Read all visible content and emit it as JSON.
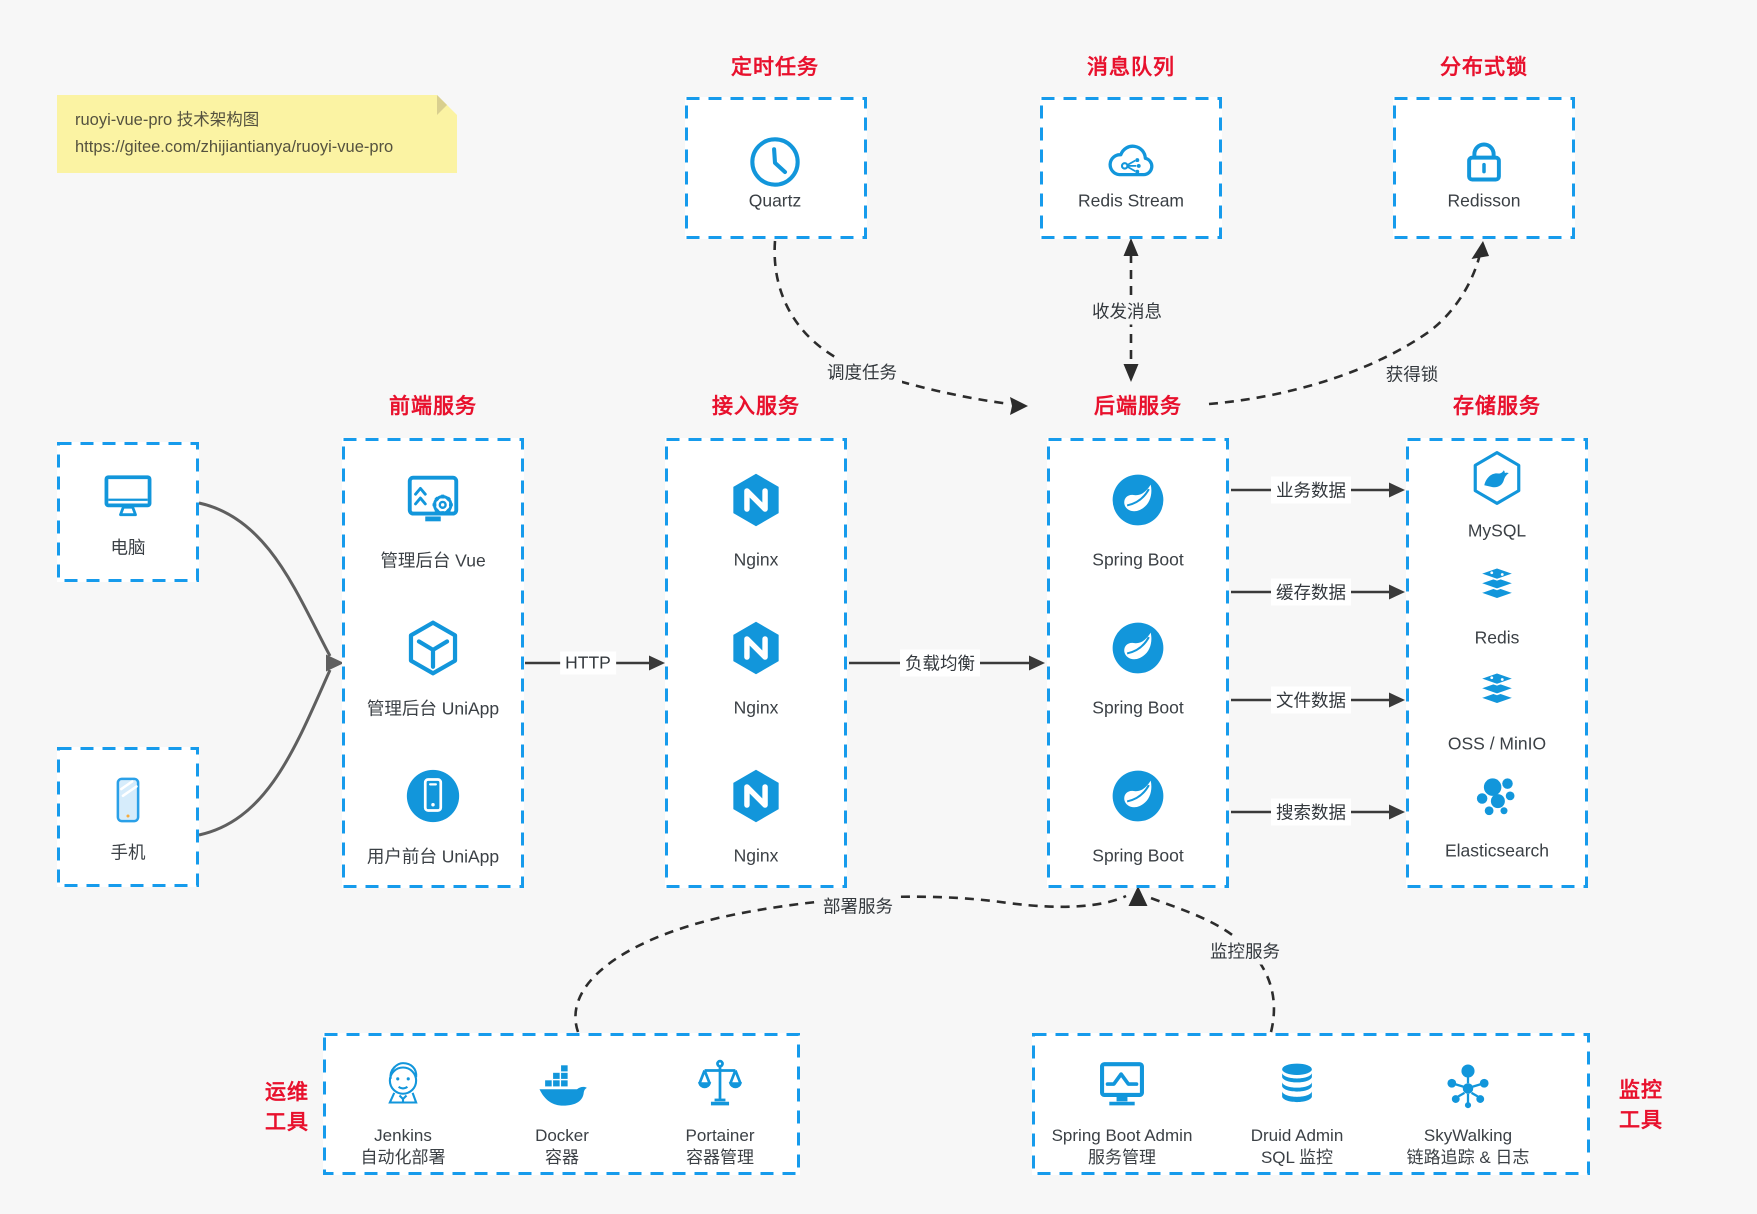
{
  "note": {
    "line1": "ruoyi-vue-pro 技术架构图",
    "line2": "https://gitee.com/zhijiantianya/ruoyi-vue-pro"
  },
  "colors": {
    "accent_blue": "#1296db",
    "dashed_border_blue": "#169bec",
    "title_red": "#e8112d",
    "arrow_dark": "#3a3a3a",
    "note_yellow": "#fbf3a3",
    "page_background": "#f7f7f7"
  },
  "top_groups": [
    {
      "title": "定时任务",
      "icon": "clock-icon",
      "label": "Quartz"
    },
    {
      "title": "消息队列",
      "icon": "cloud-stream-icon",
      "label": "Redis Stream"
    },
    {
      "title": "分布式锁",
      "icon": "lock-icon",
      "label": "Redisson"
    }
  ],
  "clients": [
    {
      "icon": "desktop-icon",
      "label": "电脑"
    },
    {
      "icon": "smartphone-icon",
      "label": "手机"
    }
  ],
  "columns": [
    {
      "title": "前端服务",
      "items": [
        {
          "icon": "admin-vue-icon",
          "label": "管理后台 Vue"
        },
        {
          "icon": "uniapp-cube-icon",
          "label": "管理后台 UniApp"
        },
        {
          "icon": "user-app-icon",
          "label": "用户前台 UniApp"
        }
      ]
    },
    {
      "title": "接入服务",
      "items": [
        {
          "icon": "nginx-icon",
          "label": "Nginx"
        },
        {
          "icon": "nginx-icon",
          "label": "Nginx"
        },
        {
          "icon": "nginx-icon",
          "label": "Nginx"
        }
      ]
    },
    {
      "title": "后端服务",
      "items": [
        {
          "icon": "spring-icon",
          "label": "Spring Boot"
        },
        {
          "icon": "spring-icon",
          "label": "Spring Boot"
        },
        {
          "icon": "spring-icon",
          "label": "Spring Boot"
        }
      ]
    },
    {
      "title": "存储服务",
      "items": [
        {
          "icon": "mysql-icon",
          "label": "MySQL"
        },
        {
          "icon": "redis-stack-icon",
          "label": "Redis"
        },
        {
          "icon": "redis-stack-icon",
          "label": "OSS / MinIO"
        },
        {
          "icon": "elasticsearch-icon",
          "label": "Elasticsearch"
        }
      ]
    }
  ],
  "edges": {
    "http": "HTTP",
    "load_balance": "负载均衡",
    "business_data": "业务数据",
    "cache_data": "缓存数据",
    "file_data": "文件数据",
    "search_data": "搜索数据",
    "schedule_task": "调度任务",
    "send_receive_message": "收发消息",
    "acquire_lock": "获得锁",
    "deploy_service": "部署服务",
    "monitor_service": "监控服务"
  },
  "bottom_groups": [
    {
      "title": [
        "运维",
        "工具"
      ],
      "items": [
        {
          "icon": "jenkins-icon",
          "label": "Jenkins",
          "sublabel": "自动化部署"
        },
        {
          "icon": "docker-icon",
          "label": "Docker",
          "sublabel": "容器"
        },
        {
          "icon": "portainer-icon",
          "label": "Portainer",
          "sublabel": "容器管理"
        }
      ]
    },
    {
      "title": [
        "监控",
        "工具"
      ],
      "items": [
        {
          "icon": "monitor-chart-icon",
          "label": "Spring Boot Admin",
          "sublabel": "服务管理"
        },
        {
          "icon": "database-icon",
          "label": "Druid Admin",
          "sublabel": "SQL 监控"
        },
        {
          "icon": "skywalking-icon",
          "label": "SkyWalking",
          "sublabel": "链路追踪 & 日志"
        }
      ]
    }
  ]
}
